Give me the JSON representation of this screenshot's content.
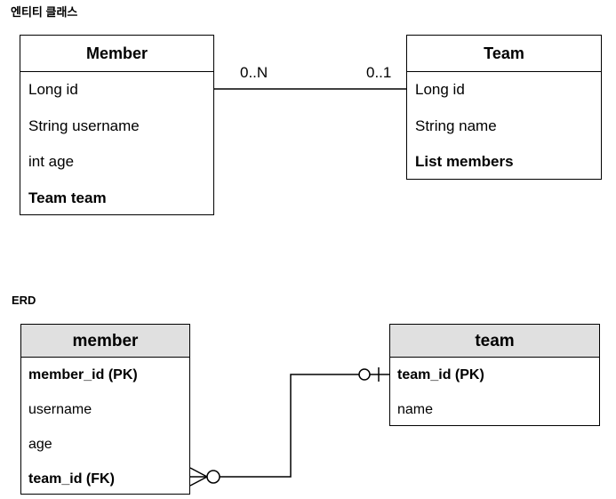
{
  "entity_section": {
    "title": "엔티티 클래스",
    "member": {
      "name": "Member",
      "fields": [
        {
          "text": "Long id",
          "bold": false
        },
        {
          "text": "String username",
          "bold": false
        },
        {
          "text": "int age",
          "bold": false
        },
        {
          "text": "Team team",
          "bold": true
        }
      ]
    },
    "team": {
      "name": "Team",
      "fields": [
        {
          "text": "Long id",
          "bold": false
        },
        {
          "text": "String name",
          "bold": false
        },
        {
          "text": "List members",
          "bold": true
        }
      ]
    },
    "association": {
      "member_end": "0..N",
      "team_end": "0..1"
    }
  },
  "erd_section": {
    "title": "ERD",
    "member": {
      "name": "member",
      "columns": [
        {
          "text": "member_id (PK)",
          "bold": true
        },
        {
          "text": "username",
          "bold": false
        },
        {
          "text": "age",
          "bold": false
        },
        {
          "text": "team_id (FK)",
          "bold": true
        }
      ]
    },
    "team": {
      "name": "team",
      "columns": [
        {
          "text": "team_id (PK)",
          "bold": true
        },
        {
          "text": "name",
          "bold": false
        }
      ]
    }
  }
}
